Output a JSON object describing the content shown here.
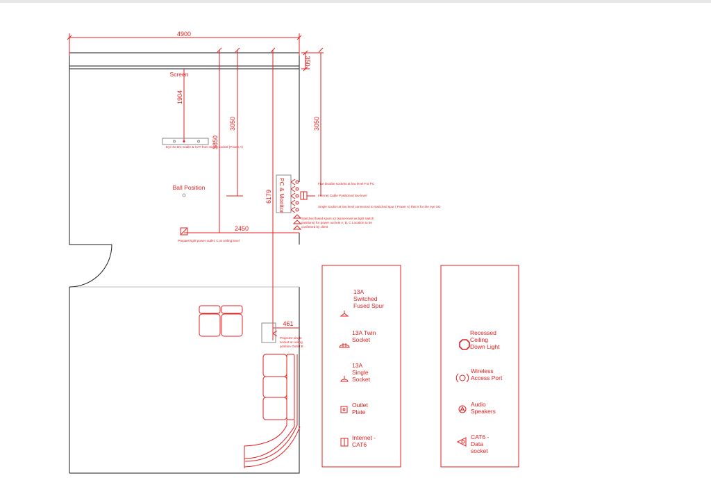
{
  "dimensions": {
    "room_width": "4900",
    "wall_offset": "350",
    "screen_to_eye": "1904",
    "wall_to_pc_a": "3050",
    "wall_to_pc_b": "3050",
    "wall_to_projector_outlet": "3850",
    "wall_to_projector_socket": "6179",
    "ball_to_wall": "2450",
    "projector_offset": "461"
  },
  "labels": {
    "screen": "Screen",
    "ball_position": "Ball Position",
    "pc_monitor": "PC & Monitor"
  },
  "notes": {
    "eye_xo": "Eye Xo DC Cable & CAT from Single socket (Power A)",
    "projector_outlet": "Prepare/right power outlet: C at ceiling level",
    "five_double": "Five Double sockets at low level For PC",
    "internet_cable": "Internet Cable Positioned low level",
    "single_socket": "Single Socket at low level connected to Switched spur ( Power A) this is for the eye XO",
    "switched_spurs": "Switched fused spurs x3 (same level as light switch positions) for power out lets A, B, C Location to be confirmed by client",
    "projector_socket": "Projector single socket at ceiling position Outlet B"
  },
  "legend_left": [
    {
      "icon": "fused-spur-icon",
      "label": "13A Switched Fused Spur"
    },
    {
      "icon": "twin-socket-icon",
      "label": "13A Twin Socket"
    },
    {
      "icon": "single-socket-icon",
      "label": "13A Single Socket"
    },
    {
      "icon": "outlet-plate-icon",
      "label": "Outlet Plate"
    },
    {
      "icon": "internet-cat6-icon",
      "label": "Internet - CAT6"
    }
  ],
  "legend_right": [
    {
      "icon": "downlight-icon",
      "label": "Recessed Ceiling Down Light"
    },
    {
      "icon": "wireless-ap-icon",
      "label": "Wireless Access Port"
    },
    {
      "icon": "speaker-icon",
      "label": "Audio Speakers"
    },
    {
      "icon": "cat6-data-icon",
      "label": "CAT6 - Data socket"
    }
  ],
  "colors": {
    "annotation": "#e41d1d",
    "walls": "#1a1a1a"
  }
}
